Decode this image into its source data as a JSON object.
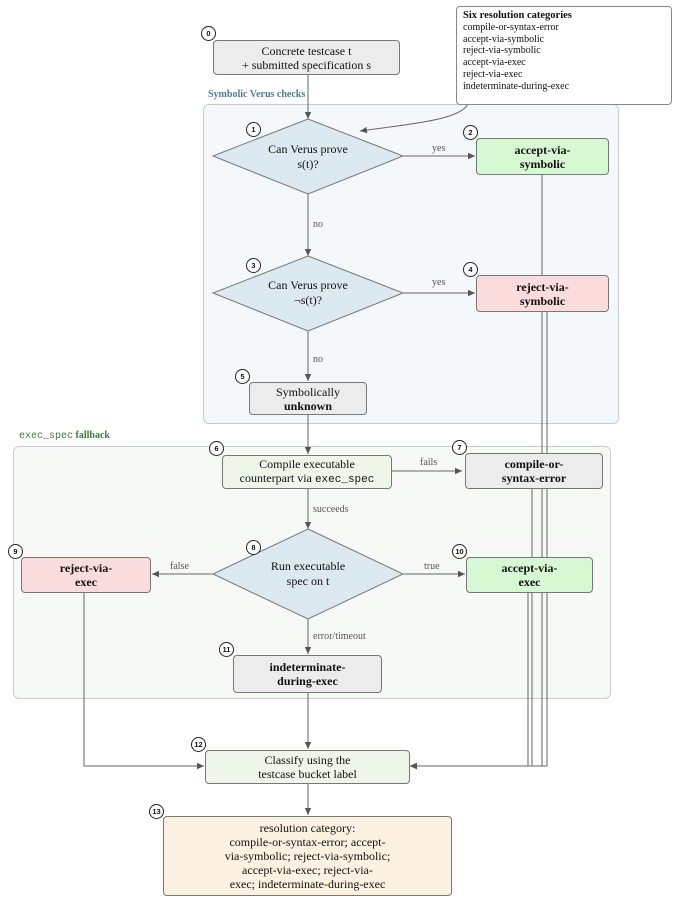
{
  "legend": {
    "title": "Six resolution categories",
    "items": [
      "compile-or-syntax-error",
      "accept-via-symbolic",
      "reject-via-symbolic",
      "accept-via-exec",
      "reject-via-exec",
      "indeterminate-during-exec"
    ]
  },
  "regions": {
    "symbolic": "Symbolic Verus checks",
    "exec_code": "exec_spec",
    "exec_rest": " fallback"
  },
  "nodes": {
    "n0": {
      "badge": "0",
      "line1": "Concrete testcase t",
      "line2": "+ submitted specification s"
    },
    "n1": {
      "badge": "1",
      "line1": "Can Verus prove",
      "line2": "s(t)?"
    },
    "n2": {
      "badge": "2",
      "line1": "accept-via-",
      "line2": "symbolic"
    },
    "n3": {
      "badge": "3",
      "line1": "Can Verus prove",
      "line2": "¬s(t)?"
    },
    "n4": {
      "badge": "4",
      "line1": "reject-via-",
      "line2": "symbolic"
    },
    "n5": {
      "badge": "5",
      "line1": "Symbolically",
      "line2": "unknown"
    },
    "n6": {
      "badge": "6",
      "line1": "Compile executable",
      "line2a": "counterpart via ",
      "line2b": "exec_spec"
    },
    "n7": {
      "badge": "7",
      "line1": "compile-or-",
      "line2": "syntax-error"
    },
    "n8": {
      "badge": "8",
      "line1": "Run executable",
      "line2": "spec on t"
    },
    "n9": {
      "badge": "9",
      "line1": "reject-via-",
      "line2": "exec"
    },
    "n10": {
      "badge": "10",
      "line1": "accept-via-",
      "line2": "exec"
    },
    "n11": {
      "badge": "11",
      "line1": "indeterminate-",
      "line2": "during-exec"
    },
    "n12": {
      "badge": "12",
      "line1": "Classify using the",
      "line2": "testcase bucket label"
    },
    "n13": {
      "badge": "13",
      "lines": [
        "resolution category:",
        "compile-or-syntax-error; accept-",
        "via-symbolic; reject-via-symbolic;",
        "accept-via-exec; reject-via-",
        "exec; indeterminate-during-exec"
      ]
    }
  },
  "edges": {
    "yes1": "yes",
    "no1": "no",
    "yes3": "yes",
    "no3": "no",
    "fails": "fails",
    "succeeds": "succeeds",
    "false": "false",
    "true": "true",
    "error": "error/timeout"
  },
  "colors": {
    "accept": "#d6f8d2",
    "reject": "#fbdcdc",
    "neutral": "#ececec",
    "process": "#eef6ea",
    "result": "#fdf1e2",
    "symbolic_label": "#4a7d96",
    "exec_label": "#3d7a3d"
  }
}
